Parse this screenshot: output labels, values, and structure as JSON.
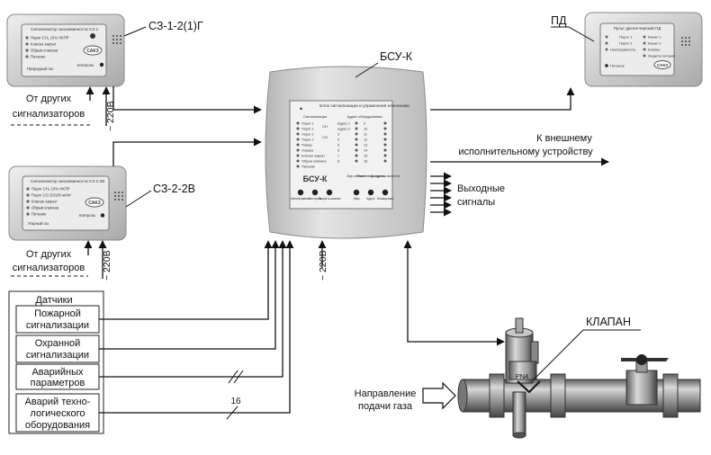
{
  "colors": {
    "device_body": "#c9c9c9",
    "device_face": "#e6e6e6",
    "bsu_body": "#d2d2d2",
    "valve_metal": "#9a9a9a",
    "line": "#111111"
  },
  "devices": {
    "sz12": {
      "label": "СЗ-1-2(1)Г",
      "panel_title": "Сигнализатор загазованности СЗ-1",
      "rows": [
        "Порог CH₄ 10% НКПР",
        "Клапан закрыт",
        "Обрыв клапана",
        "Питание"
      ],
      "footer_left": "Природный газ",
      "footer_right": "Контроль",
      "logo": "САКЗ"
    },
    "sz22v": {
      "label": "СЗ-2-2В",
      "panel_title": "Сигнализатор загазованности СЗ-2-2В",
      "rows": [
        "Порог CH₄ 10% НКПР",
        "Порог СО 20/100 мг/м³",
        "Клапан закрыт",
        "Обрыв клапана",
        "Питание"
      ],
      "footer_left": "Угарный газ",
      "footer_right": "Контроль",
      "logo": "САКЗ"
    },
    "pd": {
      "label": "ПД",
      "panel_title": "Пульт диспетчерский ПД",
      "rows_left": [
        "Порог 1",
        "Порог 2",
        "Неисправность"
      ],
      "rows_right": [
        "Канал 1",
        "Канал 2",
        "Клапан",
        "Защита питания"
      ],
      "footer_left": "Питание",
      "logo": "САКЗ"
    },
    "bsu": {
      "label": "БСУ-К",
      "panel_title": "Блок сигнализации и управления клапанами",
      "name": "БСУ-К",
      "left_header": "Сигнализация",
      "right_header": "Адрес оборудования",
      "left_rows": [
        "Порог 1",
        "Порог 2",
        "Порог 1",
        "Порог 2",
        "Пожар",
        "Охрана",
        "Клапан закрыт",
        "Обрыв клапана",
        "Питание"
      ],
      "gas_labels": [
        "CH",
        "CO"
      ],
      "address_rows": [
        "Адрес 1",
        "Адрес 2",
        "3",
        "4",
        "5",
        "6",
        "7",
        "8"
      ],
      "address_rows_right": [
        "9",
        "10",
        "11",
        "12",
        "13",
        "14",
        "15",
        "16"
      ],
      "buttons_left": [
        "Квитирование",
        "Контроль",
        "Закрыть клапан"
      ],
      "buttons_right": [
        "Звук",
        "Адрес",
        "Блокировка"
      ],
      "buttons_right_top": [
        "Звук отключен",
        "Режим ввода адреса",
        "Блокировка включена"
      ]
    }
  },
  "texts": {
    "from_other_1": [
      "От других",
      "сигнализаторов"
    ],
    "from_other_2": [
      "От других",
      "сигнализаторов"
    ],
    "v220_a": "~ 220В",
    "v220_b": "~ 220В",
    "v220_c": "~ 220В",
    "external": [
      "К внешнему",
      "исполнительному устройству"
    ],
    "outputs": [
      "Выходные",
      "сигналы"
    ],
    "valve": "КЛАПАН",
    "gas_dir": [
      "Направление",
      "подачи газа"
    ],
    "pn": "PN4",
    "bus_count": "16"
  },
  "sensors": {
    "title": "Датчики",
    "items": [
      [
        "Пожарной",
        "сигнализации"
      ],
      [
        "Охранной",
        "сигнализации"
      ],
      [
        "Аварийных",
        "параметров"
      ],
      [
        "Аварий техно-",
        "логического",
        "оборудования"
      ]
    ]
  }
}
